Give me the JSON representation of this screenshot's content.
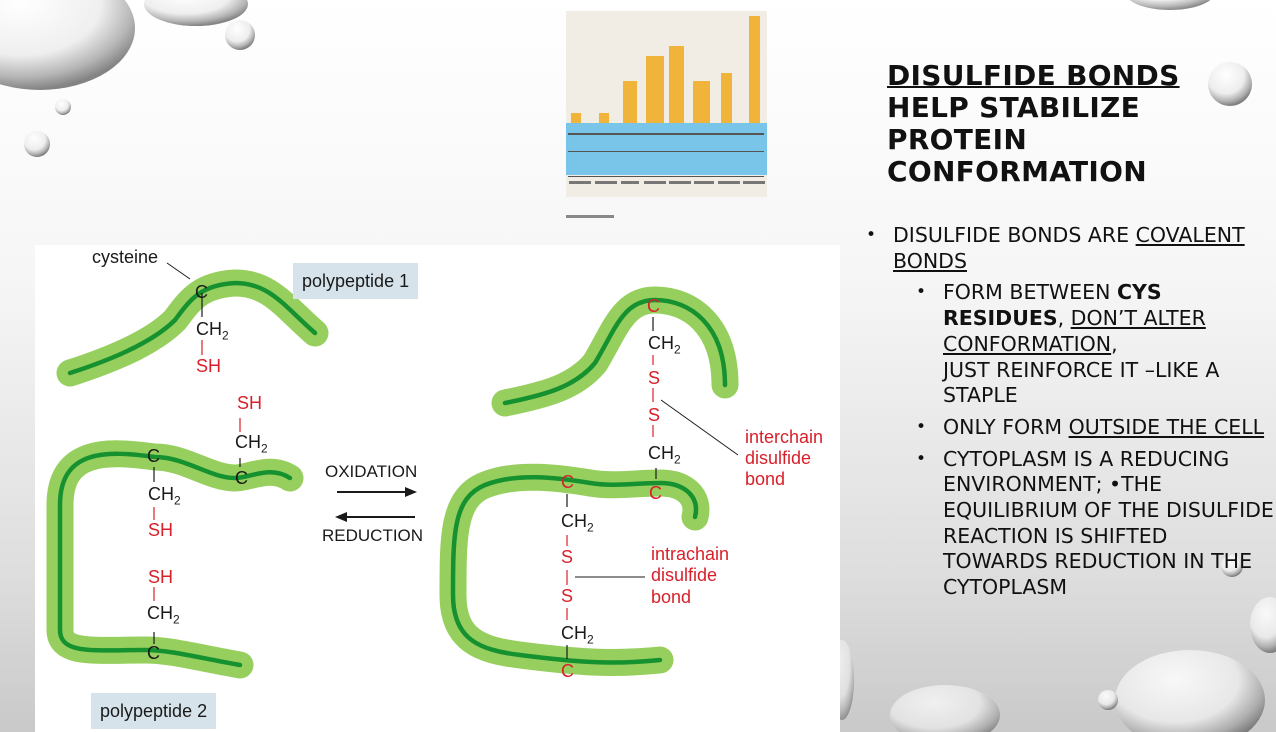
{
  "slide": {
    "title_line1": "DISULFIDE BONDS",
    "title_line2": "HELP STABILIZE",
    "title_line3": "PROTEIN",
    "title_line4": "CONFORMATION"
  },
  "bullets": {
    "b1_text": "DISULFIDE BONDS ARE ",
    "b1_link": "COVALENT BONDS",
    "sub1_a": "FORM BETWEEN ",
    "sub1_bold": "CYS RESIDUES",
    "sub1_comma": ", ",
    "sub1_underline": "DON’T ALTER CONFORMATION",
    "sub1_b": ",",
    "sub1_c": "JUST REINFORCE IT –LIKE A STAPLE",
    "sub2_a": "ONLY FORM ",
    "sub2_underline": "OUTSIDE THE CELL",
    "sub3": "CYTOPLASM IS A REDUCING ENVIRONMENT; •THE EQUILIBRIUM OF THE DISULFIDE REACTION IS SHIFTED TOWARDS REDUCTION IN THE CYTOPLASM"
  },
  "diagram": {
    "cysteine": "cysteine",
    "polypeptide1": "polypeptide 1",
    "polypeptide2": "polypeptide 2",
    "oxidation": "OXIDATION",
    "reduction": "REDUCTION",
    "interchain_1": "interchain",
    "interchain_2": "disulfide",
    "interchain_3": "bond",
    "intrachain_1": "intrachain",
    "intrachain_2": "disulfide",
    "intrachain_3": "bond",
    "atoms": {
      "c": "C",
      "ch": "CH",
      "sub2": "2",
      "sh": "SH",
      "s": "S"
    }
  },
  "colors": {
    "ribbon_outer": "#97cf5f",
    "ribbon_inner": "#15912f",
    "sulfur_red": "#d8202a",
    "label_bg": "#d6e3ea"
  }
}
